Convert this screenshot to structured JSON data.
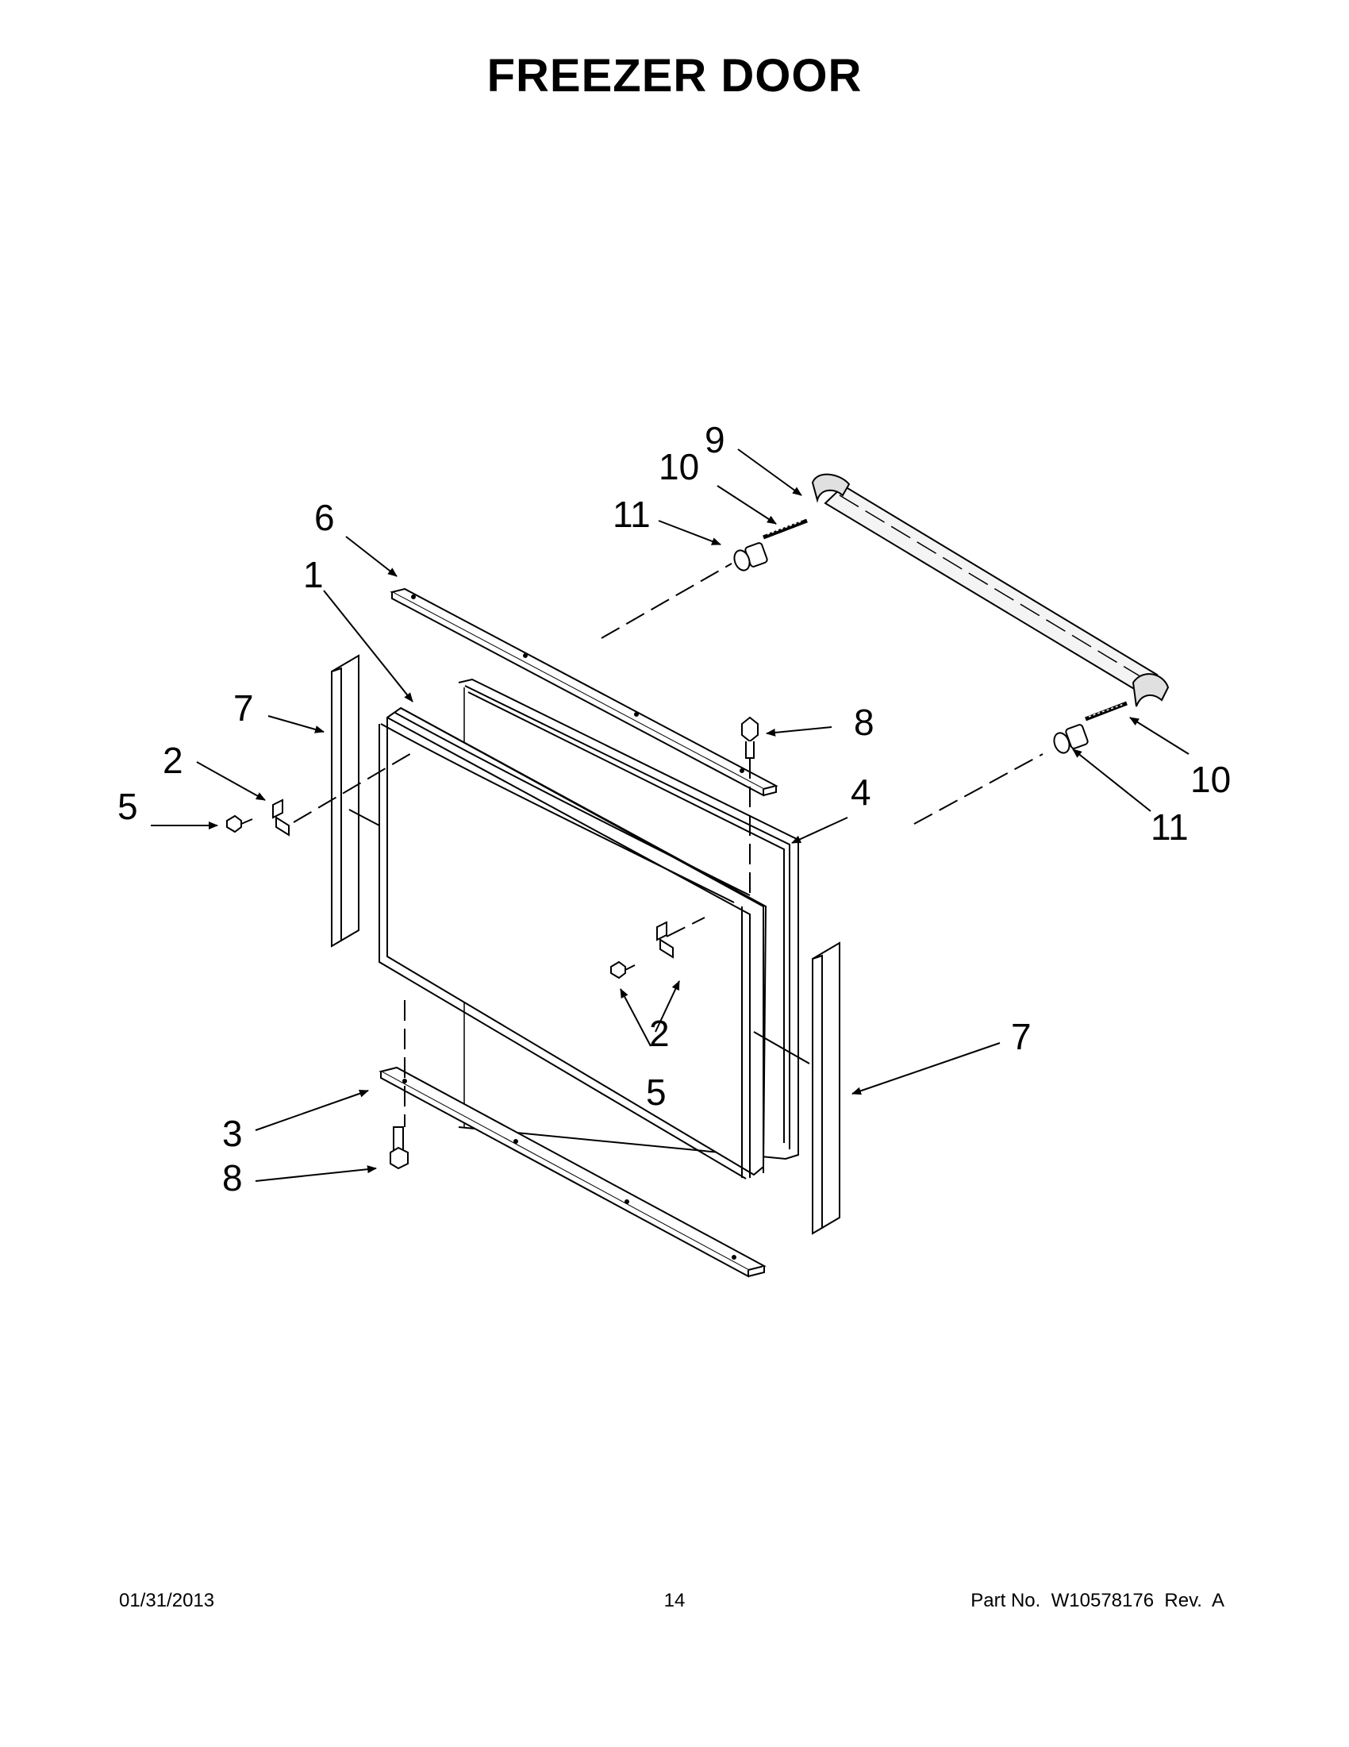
{
  "page": {
    "title": "FREEZER DOOR"
  },
  "callouts": [
    "1",
    "2",
    "3",
    "4",
    "5",
    "6",
    "7",
    "8",
    "9",
    "10",
    "11"
  ],
  "footer": {
    "date": "01/31/2013",
    "page_number": "14",
    "part_number": "Part No.  W10578176  Rev.  A"
  }
}
